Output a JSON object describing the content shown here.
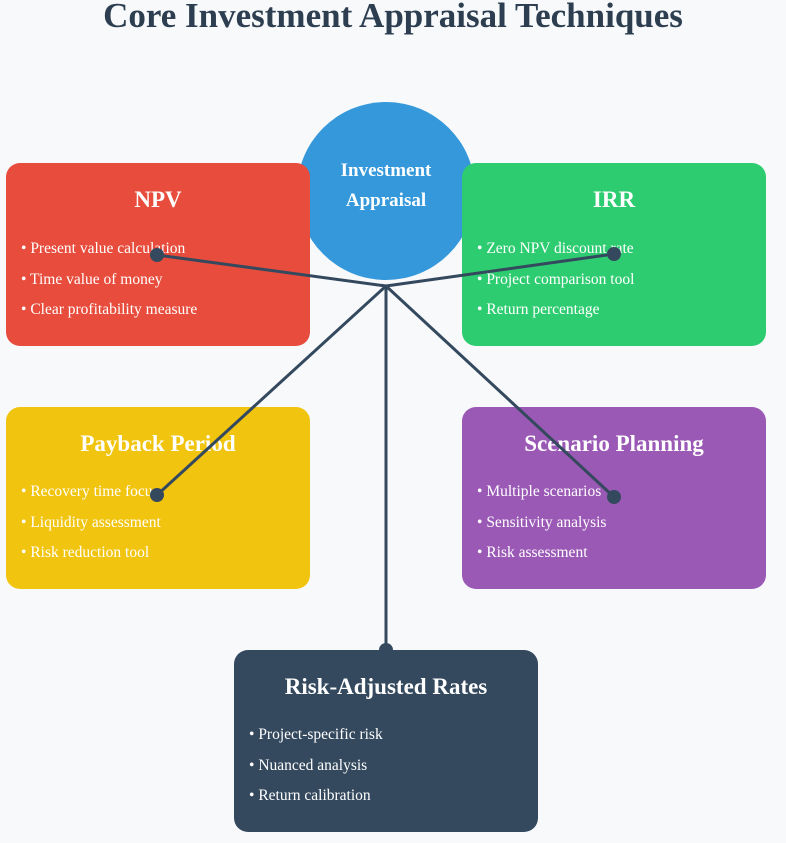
{
  "title": "Core Investment Appraisal Techniques",
  "hub": {
    "line1": "Investment",
    "line2": "Appraisal",
    "color": "#3498db"
  },
  "connector_color": "#34495e",
  "cards": [
    {
      "id": "npv",
      "title": "NPV",
      "color": "#e74c3c",
      "items": [
        "Present value calculation",
        "Time value of money",
        "Clear profitability measure"
      ]
    },
    {
      "id": "irr",
      "title": "IRR",
      "color": "#2ecc71",
      "items": [
        "Zero NPV discount rate",
        "Project comparison tool",
        "Return percentage"
      ]
    },
    {
      "id": "payback",
      "title": "Payback Period",
      "color": "#f1c40f",
      "items": [
        "Recovery time focus",
        "Liquidity assessment",
        "Risk reduction tool"
      ]
    },
    {
      "id": "scenario",
      "title": "Scenario Planning",
      "color": "#9b59b6",
      "items": [
        "Multiple scenarios",
        "Sensitivity analysis",
        "Risk assessment"
      ]
    },
    {
      "id": "risk",
      "title": "Risk-Adjusted Rates",
      "color": "#34495e",
      "items": [
        "Project-specific risk",
        "Nuanced analysis",
        "Return calibration"
      ]
    }
  ]
}
